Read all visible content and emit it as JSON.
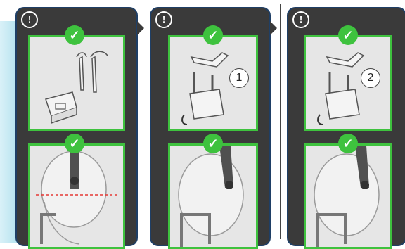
{
  "panels": [
    {
      "info_icon": "!",
      "check_top": "✓",
      "check_bottom": "✓",
      "step": ""
    },
    {
      "info_icon": "!",
      "check_top": "✓",
      "check_bottom": "✓",
      "step": "1"
    },
    {
      "info_icon": "!",
      "check_top": "✓",
      "check_bottom": "✓",
      "step": "2"
    }
  ],
  "colors": {
    "panel": "#3a3a3a",
    "border": "#1f3f66",
    "check": "#3ec23e",
    "card": "#e6e6e6",
    "guide_line": "#e53935"
  },
  "icons": [
    "info-icon",
    "checkmark-icon",
    "bite-holder-parts-illustration",
    "head-positioning-illustration"
  ]
}
